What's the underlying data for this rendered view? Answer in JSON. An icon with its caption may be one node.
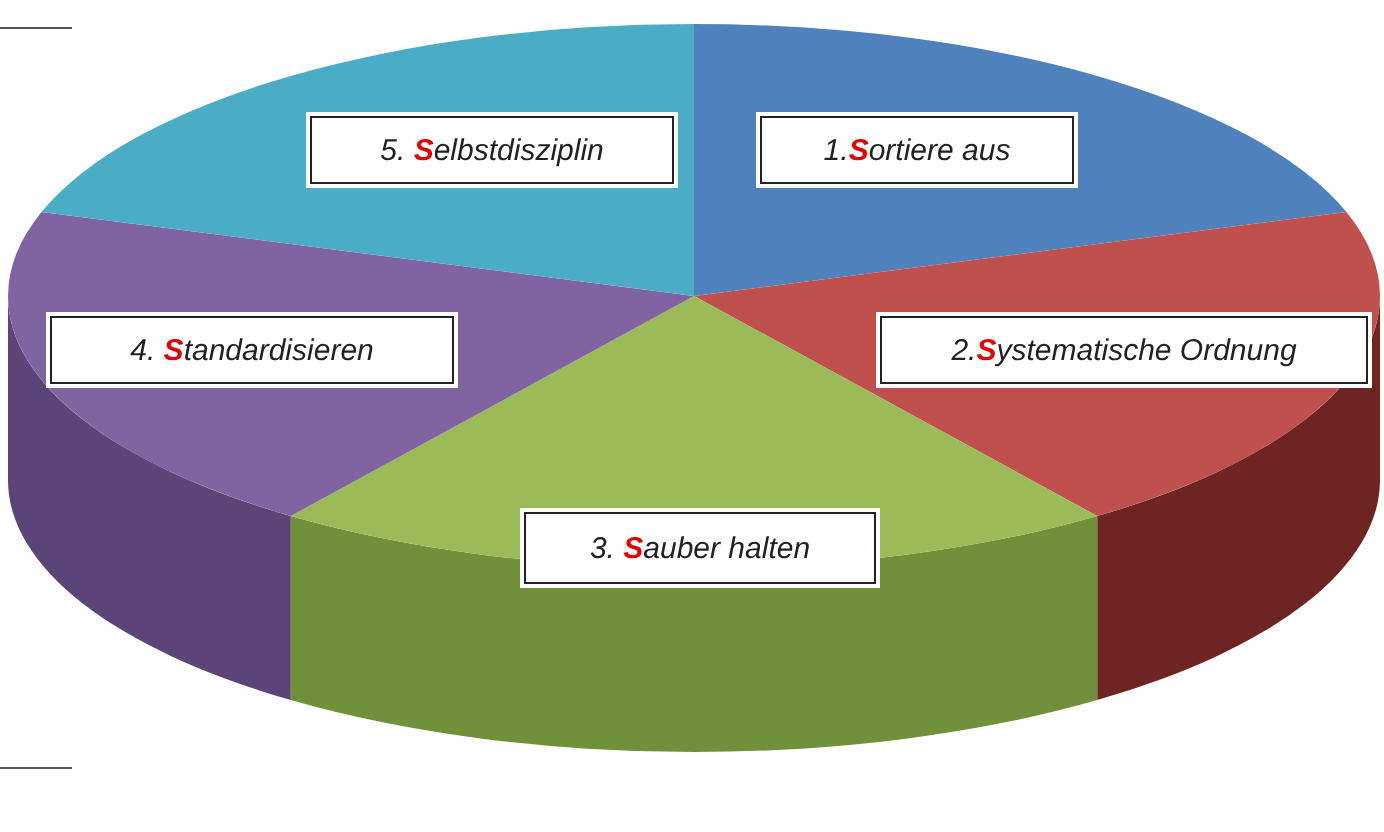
{
  "diagram": {
    "nodes": [
      {
        "text": [
          "5. **S**elbstdisziplin"
        ]
      },
      {
        "text": [
          "1.**S**ortiere aus"
        ]
      },
      {
        "text": [
          "4. **S**tandardisieren"
        ]
      },
      {
        "text": [
          "2.**S**ystematische Ordnung"
        ]
      },
      {
        "text": [
          "3. **S**auber halten"
        ]
      }
    ]
  }
}
